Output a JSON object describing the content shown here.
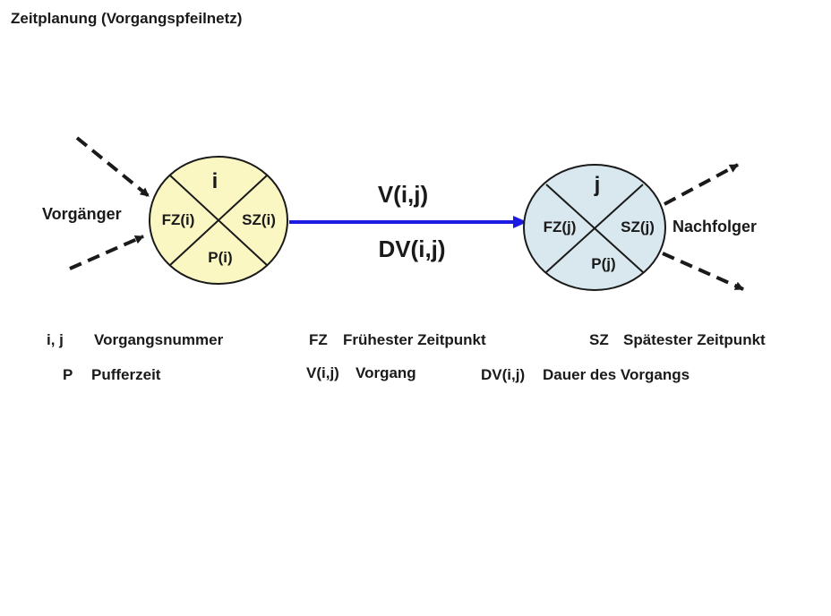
{
  "title": "Zeitplanung (Vorgangspfeilnetz)",
  "colors": {
    "node_i_fill": "#fbf7c3",
    "node_j_fill": "#d8e8ee",
    "arrow_blue": "#1a1ae0",
    "stroke": "#1a1a1a"
  },
  "diagram": {
    "node_i": {
      "top": "i",
      "left": "FZ(i)",
      "right": "SZ(i)",
      "bottom": "P(i)"
    },
    "node_j": {
      "top": "j",
      "left": "FZ(j)",
      "right": "SZ(j)",
      "bottom": "P(j)"
    },
    "predecessor_label": "Vorgänger",
    "successor_label": "Nachfolger",
    "activity_label": "V(i,j)",
    "duration_label": "DV(i,j)"
  },
  "legend": {
    "row1": [
      {
        "key": "i, j",
        "text": "Vorgangsnummer"
      },
      {
        "key": "FZ",
        "text": "Frühester Zeitpunkt"
      },
      {
        "key": "SZ",
        "text": "Spätester Zeitpunkt"
      }
    ],
    "row2": [
      {
        "key": "P",
        "text": "Pufferzeit"
      },
      {
        "key": "V(i,j)",
        "text": "Vorgang"
      },
      {
        "key": "DV(i,j)",
        "text": "Dauer des Vorgangs"
      }
    ]
  }
}
